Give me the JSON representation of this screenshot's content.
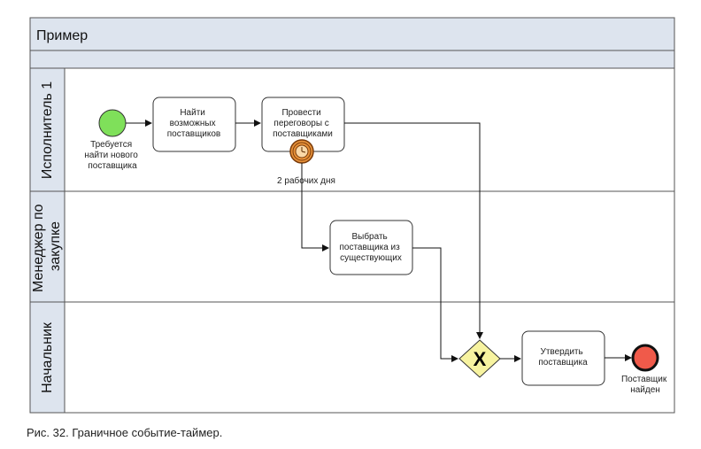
{
  "pool": {
    "title": "Пример"
  },
  "lanes": [
    {
      "id": "executor",
      "label": "Исполнитель 1"
    },
    {
      "id": "manager",
      "label_lines": [
        "Менеджер по",
        "закупке"
      ]
    },
    {
      "id": "chief",
      "label": "Начальник"
    }
  ],
  "events": {
    "start": {
      "label_lines": [
        "Требуется",
        "найти нового",
        "поставщика"
      ],
      "color": "#7fe05a"
    },
    "end": {
      "label_lines": [
        "Поставщик",
        "найден"
      ],
      "color": "#f05a4a"
    },
    "timer": {
      "label": "2 рабочих дня",
      "color": "#e8923a"
    }
  },
  "tasks": {
    "find": {
      "lines": [
        "Найти",
        "возможных",
        "поставщиков"
      ]
    },
    "negotiate": {
      "lines": [
        "Провести",
        "переговоры с",
        "поставщиками"
      ]
    },
    "choose": {
      "lines": [
        "Выбрать",
        "поставщика из",
        "существующих"
      ]
    },
    "approve": {
      "lines": [
        "Утвердить",
        "поставщика"
      ]
    }
  },
  "gateway": {
    "symbol": "X",
    "color": "#f7f3a0"
  },
  "colors": {
    "header": "#dde4ee",
    "border": "#555555"
  },
  "caption": "Рис. 32. Граничное событие-таймер."
}
